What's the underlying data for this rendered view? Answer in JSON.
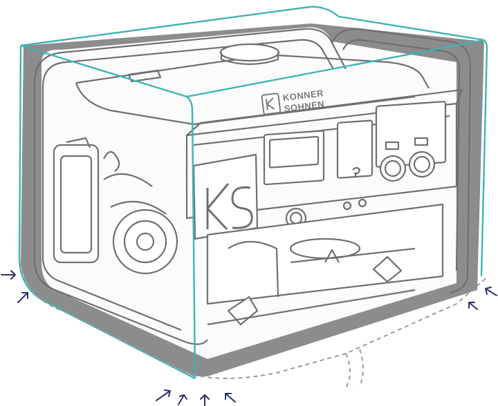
{
  "image": {
    "subject": "generator-with-protective-cover",
    "brand": {
      "line1": "KONNER",
      "line2": "SOHNEN",
      "logo_letters": "KS"
    },
    "colors": {
      "background": "#ffffff",
      "cover_outline": "#3fb3b3",
      "shadow": "#8a8a8a",
      "line_art": "#6f6f6f",
      "arrows": "#2b2f6b",
      "dashed_edge": "#9a9a9a"
    },
    "icons": [
      "arrow-icon",
      "socket-icon",
      "knob-icon",
      "lock-icon"
    ]
  }
}
